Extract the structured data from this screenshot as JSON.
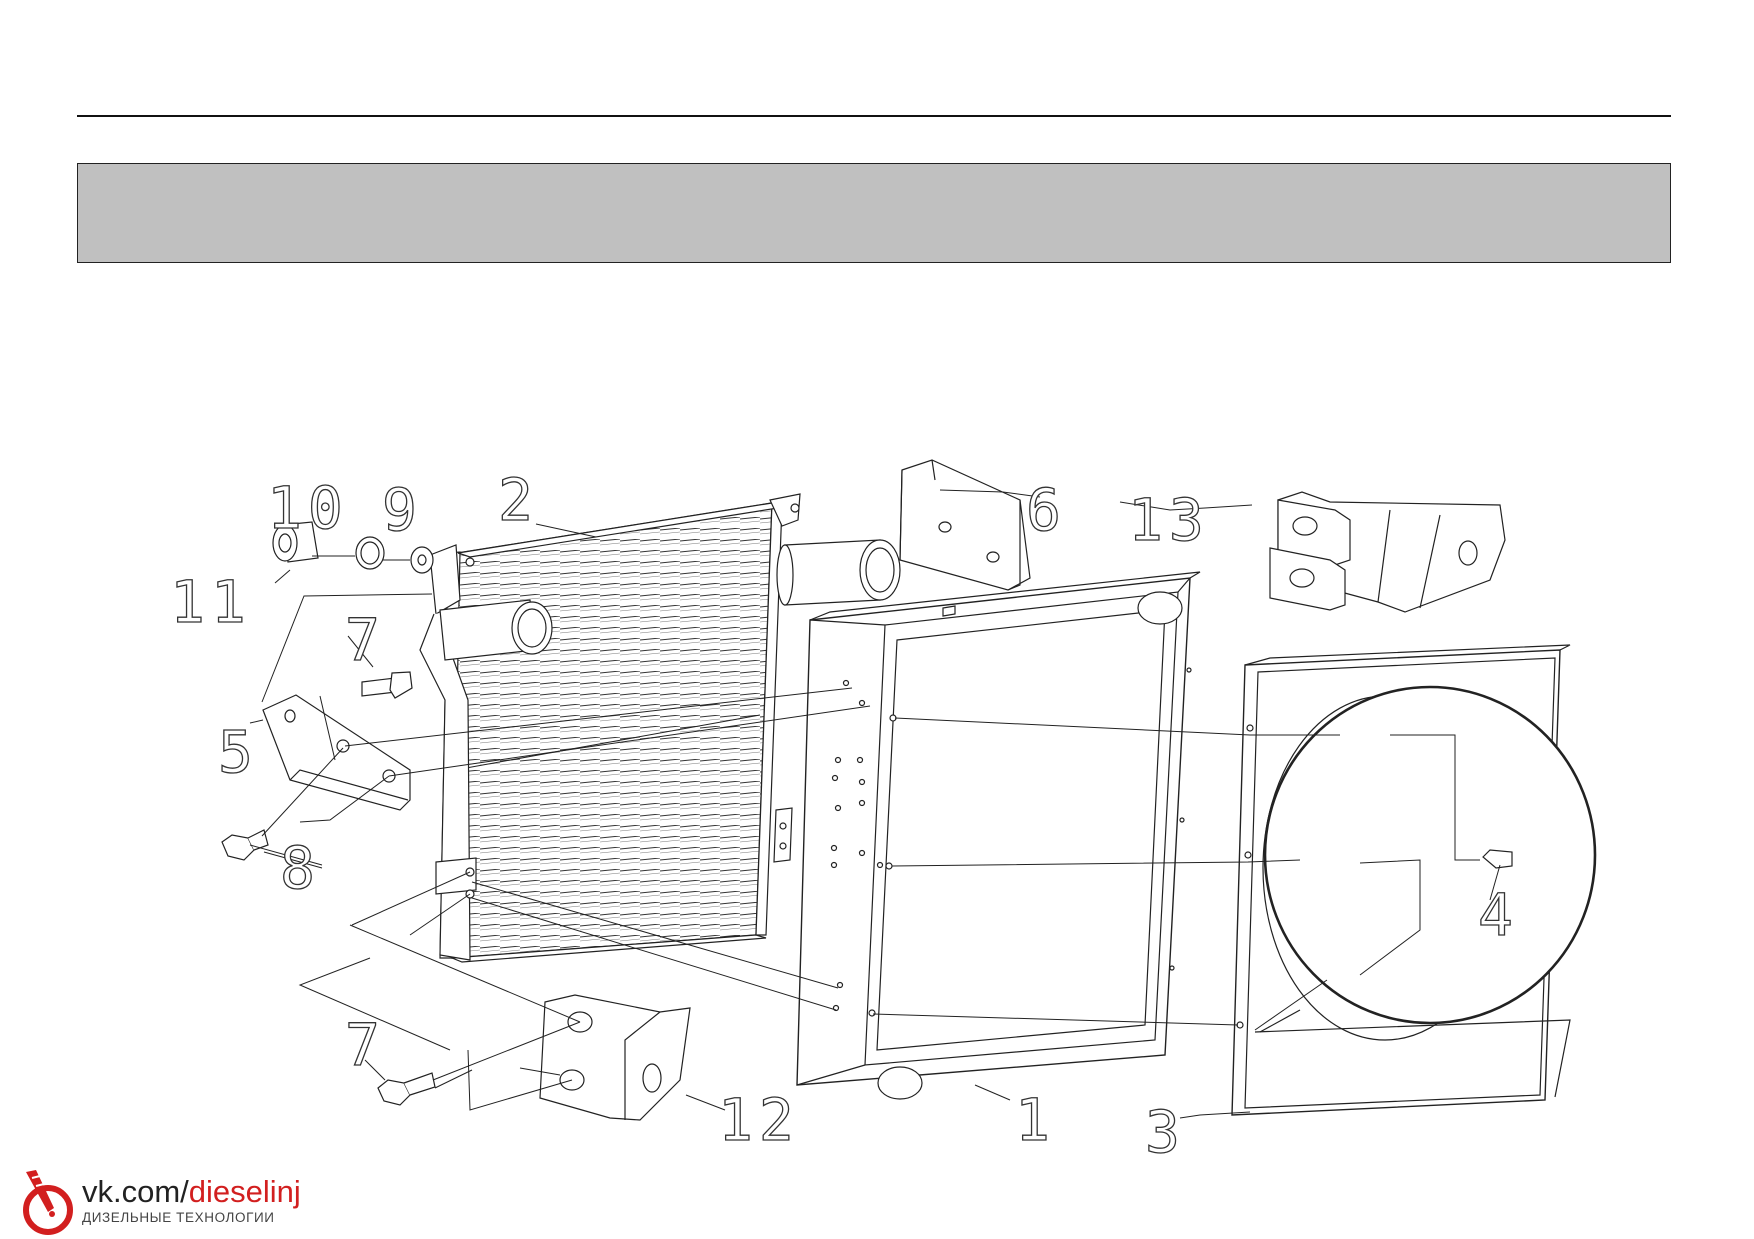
{
  "callouts": {
    "c1": "1",
    "c2": "2",
    "c3": "3",
    "c4": "4",
    "c5": "5",
    "c6": "6",
    "c7a": "7",
    "c7b": "7",
    "c8": "8",
    "c9": "9",
    "c10": "10",
    "c11": "11",
    "c12": "12",
    "c13": "13"
  },
  "watermark": {
    "site_prefix": "vk.com/",
    "site_accent": "dieselinj",
    "tagline": "ДИЗЕЛЬНЫЕ ТЕХНОЛОГИИ",
    "accent_color": "#d21f1f"
  },
  "colors": {
    "header_band": "#c0c0c0",
    "line": "#222222"
  }
}
